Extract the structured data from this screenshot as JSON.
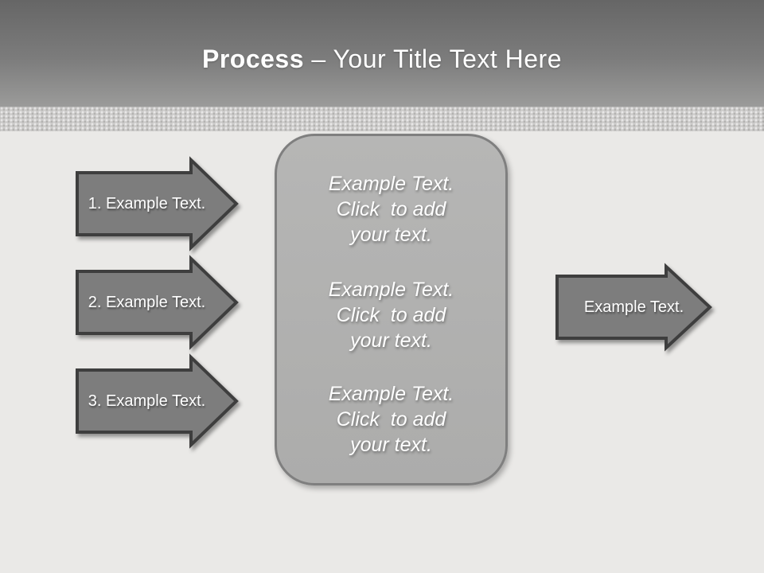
{
  "header": {
    "title_bold": "Process",
    "title_rest": "– Your Title Text Here"
  },
  "left_arrows": [
    {
      "label": "1. Example Text."
    },
    {
      "label": "2. Example Text."
    },
    {
      "label": "3. Example Text."
    }
  ],
  "right_arrow": {
    "label": "Example Text."
  },
  "center_box": {
    "blocks": [
      "Example Text.\nClick  to add\nyour text.",
      "Example Text.\nClick  to add\nyour text.",
      "Example Text.\nClick  to add\nyour text."
    ]
  },
  "colors": {
    "header_gradient_top": "#666666",
    "header_gradient_bottom": "#9b9b9a",
    "band_fill": "#cbcac9",
    "background_fill": "#eae9e7",
    "arrow_fill": "#7d7d7d",
    "arrow_border": "#3e3e3e",
    "box_fill": "#b1b1b0",
    "box_border": "#7f7f7f",
    "text_color": "#ffffff"
  }
}
